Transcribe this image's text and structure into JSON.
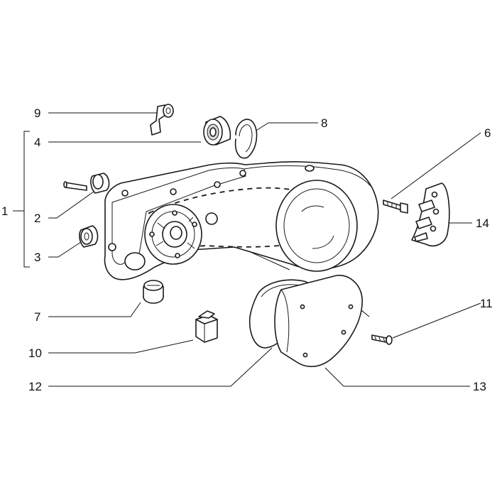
{
  "diagram": {
    "callouts": [
      {
        "id": "c1",
        "text": "1"
      },
      {
        "id": "c2",
        "text": "2"
      },
      {
        "id": "c3",
        "text": "3"
      },
      {
        "id": "c4",
        "text": "4"
      },
      {
        "id": "c6",
        "text": "6"
      },
      {
        "id": "c7",
        "text": "7"
      },
      {
        "id": "c8",
        "text": "8"
      },
      {
        "id": "c9",
        "text": "9"
      },
      {
        "id": "c10",
        "text": "10"
      },
      {
        "id": "c11",
        "text": "11"
      },
      {
        "id": "c12",
        "text": "12"
      },
      {
        "id": "c13",
        "text": "13"
      },
      {
        "id": "c14",
        "text": "14"
      }
    ]
  }
}
